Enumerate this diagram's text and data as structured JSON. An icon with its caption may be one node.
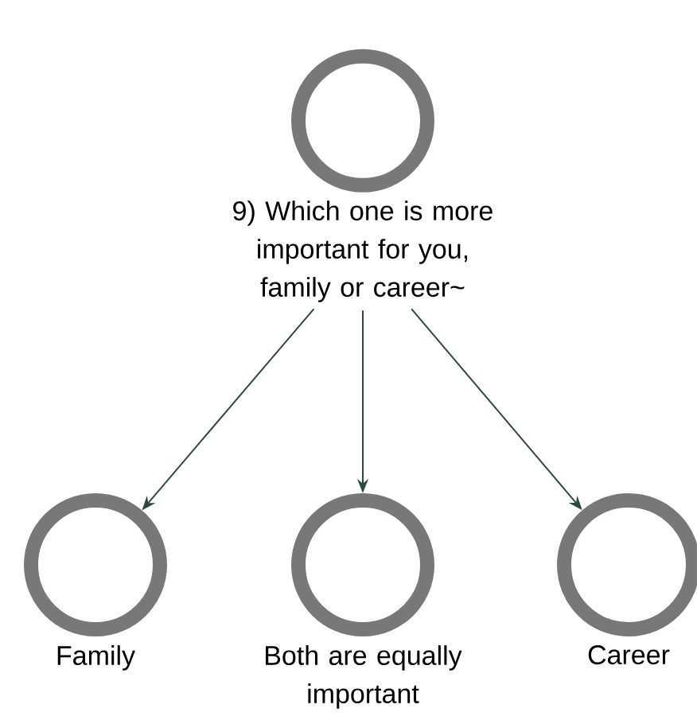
{
  "diagram": {
    "nodes": [
      {
        "text": [
          "9) Which one is more important for you, family or career~"
        ]
      },
      {
        "text": [
          "Family"
        ]
      },
      {
        "text": [
          "Both are equally important"
        ]
      },
      {
        "text": [
          "Career"
        ]
      }
    ],
    "edges": [
      {
        "from": 0,
        "to": 1,
        "arrow": "to"
      },
      {
        "from": 0,
        "to": 2,
        "arrow": "to"
      },
      {
        "from": 0,
        "to": 3,
        "arrow": "to"
      }
    ]
  }
}
